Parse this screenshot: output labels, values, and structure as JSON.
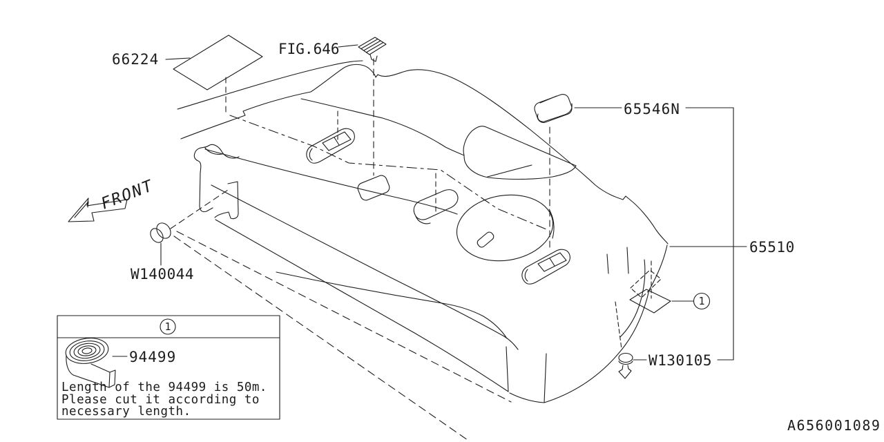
{
  "diagram": {
    "code": "A656001089",
    "direction_label": "FRONT",
    "callout": "1",
    "parts": {
      "silencer_sheet": "66224",
      "figure_ref": "FIG.646",
      "grommet_cover": "65546N",
      "luggage_shelf": "65510",
      "clip_front": "W140044",
      "clip_rear": "W130105",
      "tape": "94499"
    },
    "legend": {
      "callout": "1",
      "part": "94499",
      "note": [
        "Length of the 94499 is 50m.",
        "Please cut it according to",
        "necessary length."
      ]
    }
  }
}
